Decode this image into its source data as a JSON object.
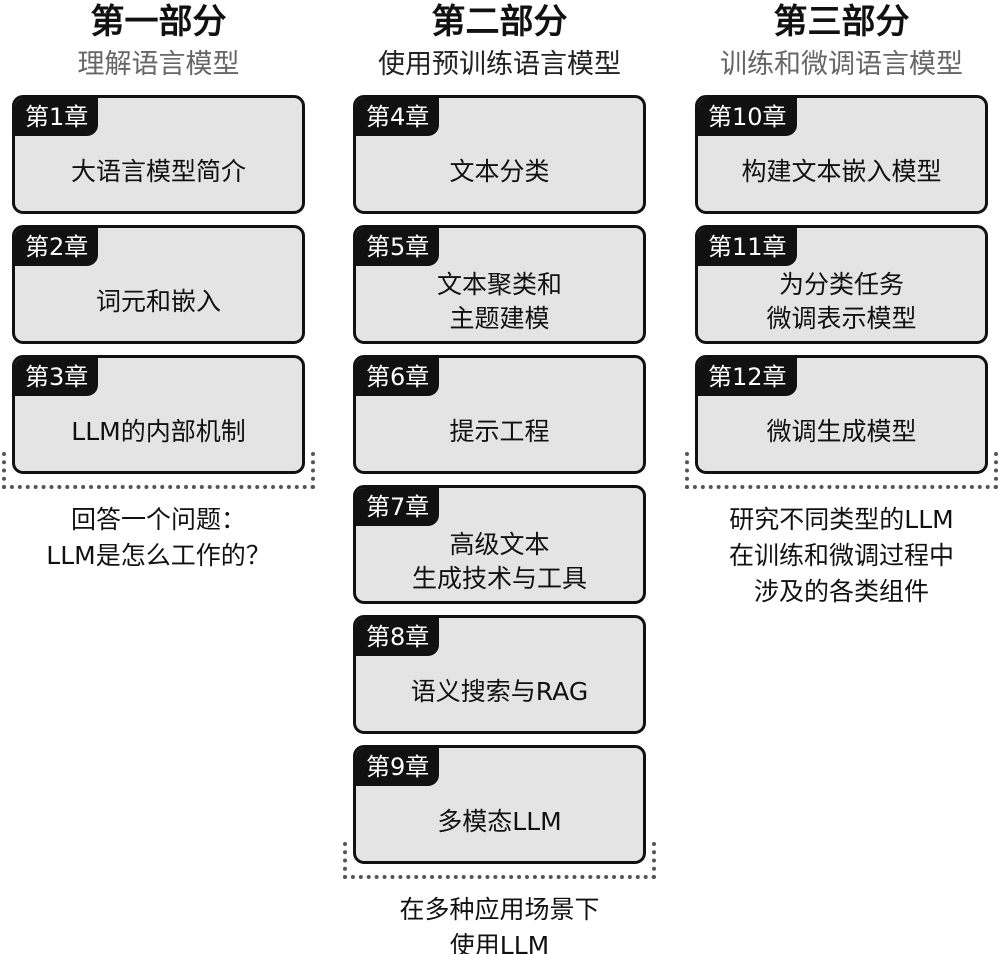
{
  "parts": [
    {
      "title": "第一部分",
      "subtitle": "理解语言模型",
      "chapters": [
        {
          "tag": "第1章",
          "text": "大语言模型简介"
        },
        {
          "tag": "第2章",
          "text": "词元和嵌入"
        },
        {
          "tag": "第3章",
          "text": "LLM的内部机制"
        }
      ],
      "caption": "回答一个问题：\nLLM是怎么工作的？"
    },
    {
      "title": "第二部分",
      "subtitle": "使用预训练语言模型",
      "chapters": [
        {
          "tag": "第4章",
          "text": "文本分类"
        },
        {
          "tag": "第5章",
          "text": "文本聚类和\n主题建模"
        },
        {
          "tag": "第6章",
          "text": "提示工程"
        },
        {
          "tag": "第7章",
          "text": "高级文本\n生成技术与工具"
        },
        {
          "tag": "第8章",
          "text": "语义搜索与RAG"
        },
        {
          "tag": "第9章",
          "text": "多模态LLM"
        }
      ],
      "caption": "在多种应用场景下\n使用LLM"
    },
    {
      "title": "第三部分",
      "subtitle": "训练和微调语言模型",
      "chapters": [
        {
          "tag": "第10章",
          "text": "构建文本嵌入模型"
        },
        {
          "tag": "第11章",
          "text": "为分类任务\n微调表示模型"
        },
        {
          "tag": "第12章",
          "text": "微调生成模型"
        }
      ],
      "caption": "研究不同类型的LLM\n在训练和微调过程中\n涉及的各类组件"
    }
  ]
}
